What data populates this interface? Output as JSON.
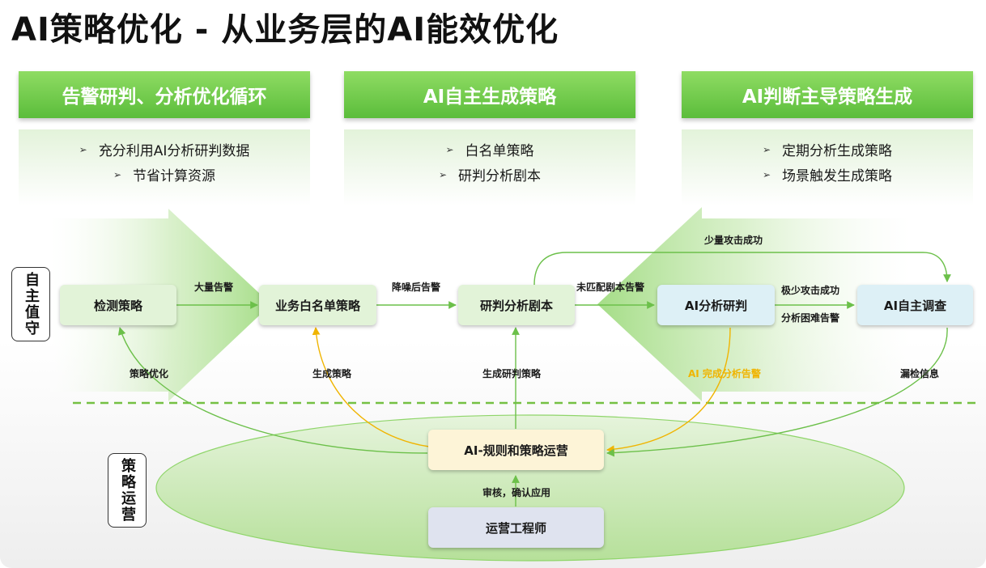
{
  "title": "AI策略优化 - 从业务层的AI能效优化",
  "pillars": [
    {
      "header": "告警研判、分析优化循环",
      "bullets": [
        "充分利用AI分析研判数据",
        "节省计算资源"
      ]
    },
    {
      "header": "AI自主生成策略",
      "bullets": [
        "白名单策略",
        "研判分析剧本"
      ]
    },
    {
      "header": "AI判断主导策略生成",
      "bullets": [
        "定期分析生成策略",
        "场景触发生成策略"
      ]
    }
  ],
  "bullet_mark": "➢",
  "side_tags": {
    "top": "自主值守",
    "bottom": "策略运营"
  },
  "nodes": {
    "detection": "检测策略",
    "whitelist": "业务白名单策略",
    "playbook": "研判分析剧本",
    "ai_analysis": "AI分析研判",
    "ai_investigation": "AI自主调查",
    "ai_ops": "AI-规则和策略运营",
    "engineer": "运营工程师"
  },
  "edge_labels": {
    "massive_alerts": "大量告警",
    "denoised_alerts": "降噪后告警",
    "unmatched_alerts": "未匹配剧本告警",
    "few_attack_success": "少量攻击成功",
    "very_few_attack_success": "极少攻击成功",
    "hard_alerts": "分析困难告警",
    "strategy_optimize": "策略优化",
    "generate_strategy": "生成策略",
    "generate_playbook": "生成研判策略",
    "ai_done": "AI 完成分析告警",
    "missed_info": "漏检信息",
    "review_confirm": "审核，确认应用"
  },
  "colors": {
    "accent_green": "#5bbd3b",
    "arrow_green": "#6cc04a",
    "arrow_orange": "#f0b400",
    "dash_green": "#74c043"
  }
}
